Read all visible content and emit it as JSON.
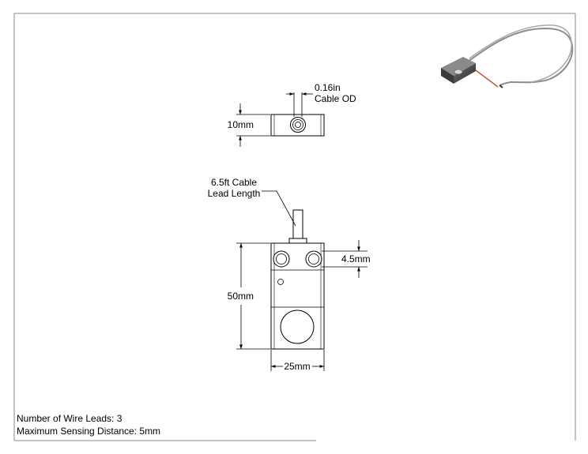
{
  "dimensions": {
    "cable_od_line1": "0.16in",
    "cable_od_line2": "Cable OD",
    "thickness": "10mm",
    "cable_lead_line1": "6.5ft Cable",
    "cable_lead_line2": "Lead Length",
    "hole_spacing": "4.5mm",
    "height": "50mm",
    "width": "25mm"
  },
  "notes": {
    "wire_leads": "Number of Wire Leads: 3",
    "sensing_distance": "Maximum Sensing Distance: 5mm"
  }
}
